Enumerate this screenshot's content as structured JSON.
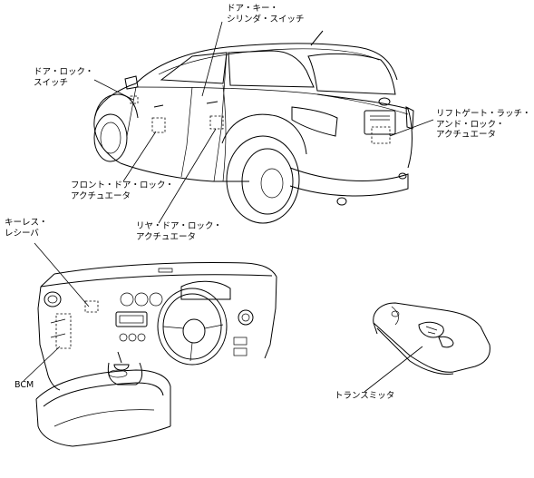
{
  "labels": {
    "door_key_cylinder_switch": [
      "ドア・キー・",
      "シリンダ・スイッチ"
    ],
    "door_lock_switch": [
      "ドア・ロック・",
      "スイッチ"
    ],
    "liftgate_latch_actuator": [
      "リフトゲート・ラッチ・",
      "アンド・ロック・",
      "アクチュエータ"
    ],
    "front_door_lock_actuator": [
      "フロント・ドア・ロック・",
      "アクチュエータ"
    ],
    "rear_door_lock_actuator": [
      "リヤ・ドア・ロック・",
      "アクチュエータ"
    ],
    "keyless_receiver": [
      "キーレス・",
      "レシーバ"
    ],
    "bcm": "BCM",
    "transmitter": "トランスミッタ"
  }
}
